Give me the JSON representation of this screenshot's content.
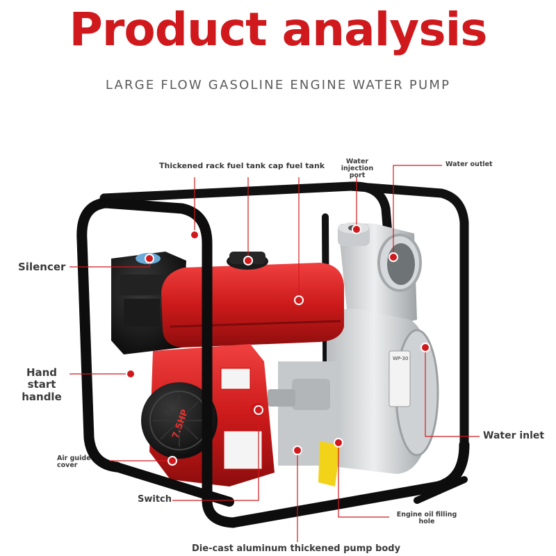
{
  "title": "Product analysis",
  "subtitle": "LARGE FLOW GASOLINE ENGINE WATER PUMP",
  "colors": {
    "title": "#d0191c",
    "callout_line": "#d0191c",
    "subtitle": "#5a5a5a",
    "label": "#3a3a3a"
  },
  "callouts": {
    "fuel_tank": "Thickened rack fuel tank cap fuel tank",
    "water_injection_port": "Water injection port",
    "water_outlet": "Water outlet",
    "silencer": "Silencer",
    "hand_start_handle": "Hand start handle",
    "air_guide_cover": "Air guide cover",
    "switch": "Switch",
    "water_inlet": "Water inlet",
    "engine_oil_filling_hole": "Engine oil filling hole",
    "pump_body": "Die-cast aluminum thickened pump body"
  },
  "engine_labels": {
    "power": "7.5HP",
    "model": "WP-30"
  }
}
